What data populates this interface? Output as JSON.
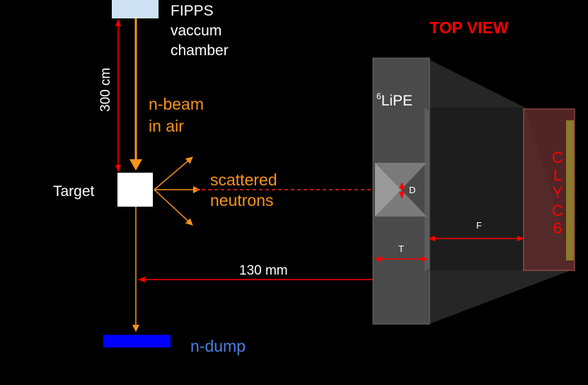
{
  "labels": {
    "chamber": "FIPPS\nvaccum\nchamber",
    "view": "TOP VIEW",
    "beam": "n-beam\nin air",
    "distance": "300 cm",
    "target": "Target",
    "scattered": "scattered\nneutrons",
    "lipe_sup": "6",
    "lipe": "LiPE",
    "d": "D",
    "f": "F",
    "t": "T",
    "mm": "130 mm",
    "dump": "n-dump",
    "clyc": "C\nL\nY\nC\n6"
  },
  "colors": {
    "background": "#000000",
    "beam": "#f7941d",
    "dimension": "#ff0000",
    "dump_label": "#4a7fe0",
    "dump_block": "#0000ff",
    "chamber_block": "#cfe2f3"
  }
}
